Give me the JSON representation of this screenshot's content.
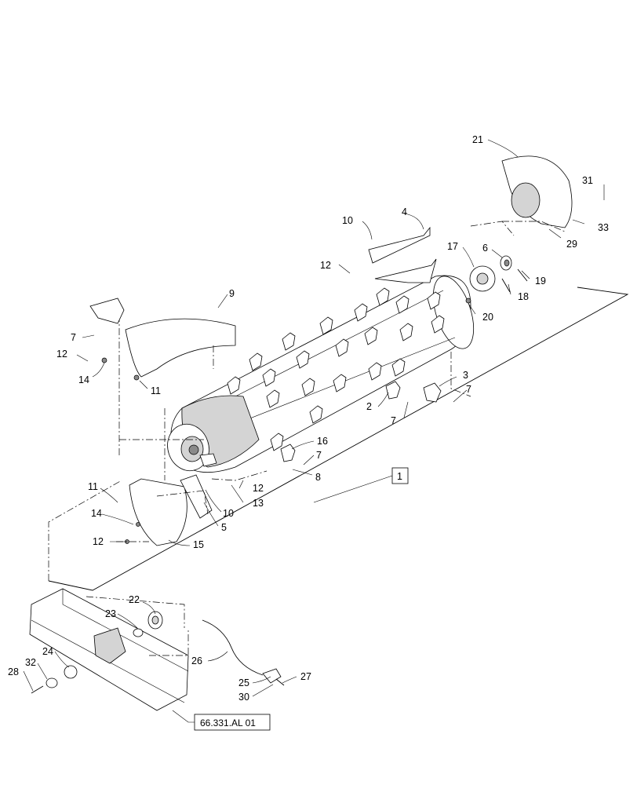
{
  "callouts": {
    "c1": "1",
    "c2": "2",
    "c3": "3",
    "c4": "4",
    "c5": "5",
    "c6": "6",
    "c7a": "7",
    "c7b": "7",
    "c7c": "7",
    "c7d": "7",
    "c8": "8",
    "c9": "9",
    "c10a": "10",
    "c10b": "10",
    "c11a": "11",
    "c11b": "11",
    "c12a": "12",
    "c12b": "12",
    "c12c": "12",
    "c12d": "12",
    "c13": "13",
    "c14a": "14",
    "c14b": "14",
    "c15": "15",
    "c16": "16",
    "c17": "17",
    "c18": "18",
    "c19": "19",
    "c20": "20",
    "c21": "21",
    "c22": "22",
    "c23": "23",
    "c24": "24",
    "c25": "25",
    "c26": "26",
    "c27": "27",
    "c28": "28",
    "c29": "29",
    "c30": "30",
    "c31": "31",
    "c32": "32",
    "c33": "33"
  },
  "reference_box": "66.331.AL 01"
}
